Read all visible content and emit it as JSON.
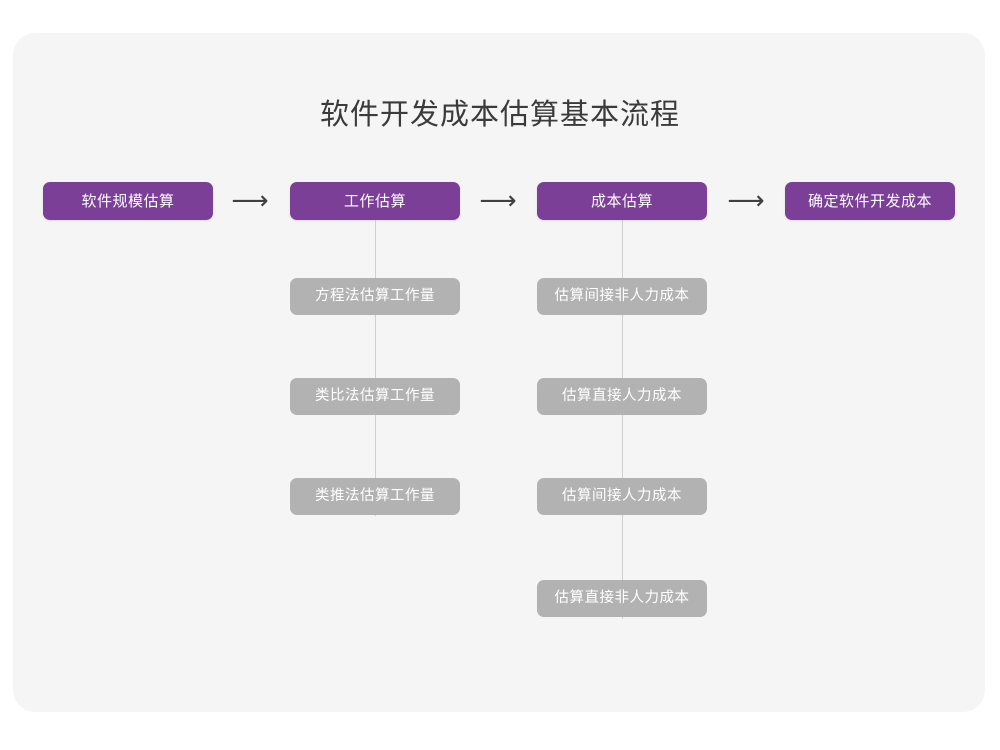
{
  "canvas": {
    "background": "#ffffff",
    "card_background": "#f5f5f5"
  },
  "title": "软件开发成本估算基本流程",
  "colors": {
    "primary": "#7b3f98",
    "secondary": "#b2b2b2",
    "title_text": "#3b3b3b",
    "node_text": "#ffffff",
    "arrow": "#404040",
    "spine": "#cfcfcf"
  },
  "flow": {
    "arrow_glyph": "⟶",
    "stages": [
      {
        "id": "scale",
        "label": "软件规模估算",
        "type": "primary",
        "children": []
      },
      {
        "id": "effort",
        "label": "工作估算",
        "type": "primary",
        "children": [
          {
            "label": "方程法估算工作量"
          },
          {
            "label": "类比法估算工作量"
          },
          {
            "label": "类推法估算工作量"
          }
        ]
      },
      {
        "id": "cost",
        "label": "成本估算",
        "type": "primary",
        "children": [
          {
            "label": "估算间接非人力成本"
          },
          {
            "label": "估算直接人力成本"
          },
          {
            "label": "估算间接人力成本"
          },
          {
            "label": "估算直接非人力成本"
          }
        ]
      },
      {
        "id": "final",
        "label": "确定软件开发成本",
        "type": "primary",
        "children": []
      }
    ],
    "arrows": [
      {
        "from": "scale",
        "to": "effort"
      },
      {
        "from": "effort",
        "to": "cost"
      },
      {
        "from": "cost",
        "to": "final"
      }
    ]
  }
}
